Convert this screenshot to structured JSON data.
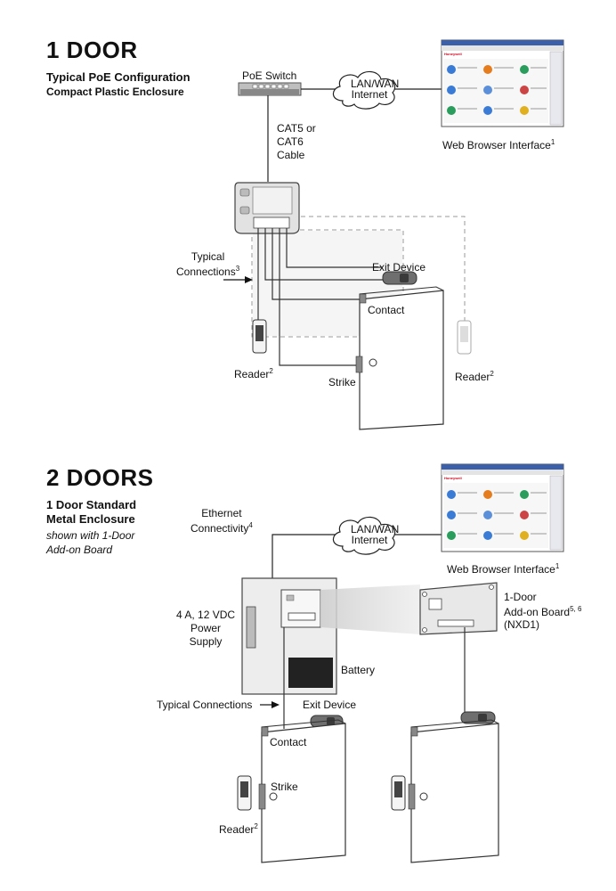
{
  "section1": {
    "title": "1 DOOR",
    "subtitle1": "Typical PoE Configuration",
    "subtitle2": "Compact Plastic Enclosure",
    "poe_switch": "PoE Switch",
    "cloud_line1": "LAN/WAN",
    "cloud_line2": "Internet",
    "web_browser": "Web Browser Interface",
    "web_browser_sup": "1",
    "cable_line1": "CAT5 or",
    "cable_line2": "CAT6",
    "cable_line3": "Cable",
    "typical_line1": "Typical",
    "typical_line2": "Connections",
    "typical_sup": "3",
    "exit_device": "Exit Device",
    "contact": "Contact",
    "reader_left": "Reader",
    "reader_left_sup": "2",
    "strike": "Strike",
    "reader_right": "Reader",
    "reader_right_sup": "2"
  },
  "section2": {
    "title": "2 DOORS",
    "subtitle1": "1 Door Standard",
    "subtitle2": "Metal Enclosure",
    "ital1": "shown with 1-Door",
    "ital2": "Add-on Board",
    "ethernet_line1": "Ethernet",
    "ethernet_line2": "Connectivity",
    "ethernet_sup": "4",
    "cloud_line1": "LAN/WAN",
    "cloud_line2": "Internet",
    "web_browser": "Web Browser Interface",
    "web_browser_sup": "1",
    "power_line1": "4 A, 12 VDC",
    "power_line2": "Power",
    "power_line3": "Supply",
    "addon_line1": "1-Door",
    "addon_line2": "Add-on Board",
    "addon_sup": "5, 6",
    "addon_line3": "(NXD1)",
    "battery": "Battery",
    "typical": "Typical Connections",
    "exit_device": "Exit Device",
    "contact": "Contact",
    "strike": "Strike",
    "reader": "Reader",
    "reader_sup": "2"
  },
  "browser": {
    "brand": "Honeywell",
    "brand_color": "#d0021b"
  }
}
